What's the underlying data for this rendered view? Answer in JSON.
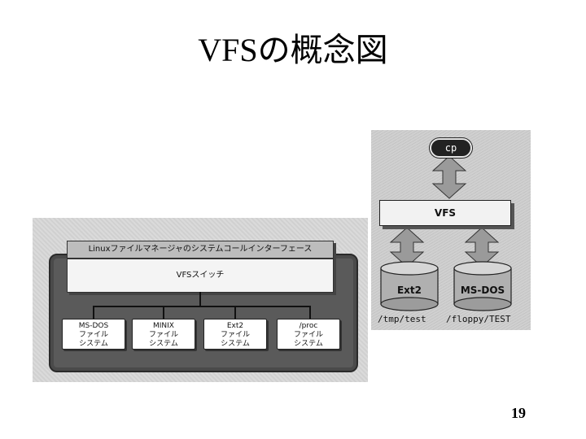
{
  "slide": {
    "title": "VFSの概念図",
    "page_number": "19"
  },
  "left_figure": {
    "syscall_interface": "Linuxファイルマネージャのシステムコールインターフェース",
    "vfs_switch": "VFSスイッチ",
    "filesystems": [
      {
        "name": "MS-DOS",
        "line1": "ファイル",
        "line2": "システム"
      },
      {
        "name": "MINIX",
        "line1": "ファイル",
        "line2": "システム"
      },
      {
        "name": "Ext2",
        "line1": "ファイル",
        "line2": "システム"
      },
      {
        "name": "/proc",
        "line1": "ファイル",
        "line2": "システム"
      }
    ]
  },
  "right_figure": {
    "command": "cp",
    "vfs_label": "VFS",
    "disks": [
      {
        "name": "Ext2",
        "path": "/tmp/test"
      },
      {
        "name": "MS-DOS",
        "path": "/floppy/TEST"
      }
    ]
  }
}
